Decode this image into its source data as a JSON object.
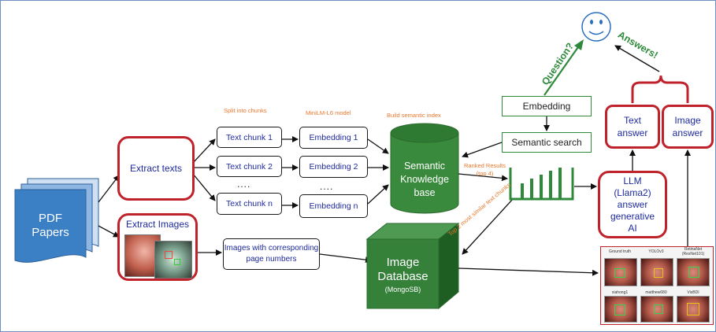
{
  "pdf": {
    "line1": "PDF",
    "line2": "Papers"
  },
  "extract_texts": "Extract texts",
  "extract_images": "Extract Images",
  "step_labels": {
    "split": "Split into chunks",
    "model": "MiniLM-L6 model",
    "index": "Build semantic index",
    "ranked1": "Ranked Results",
    "ranked2": "(top 4)",
    "top2": "Top 2 most similar text chunks"
  },
  "chunks": [
    "Text chunk 1",
    "Text chunk 2",
    "Text chunk n"
  ],
  "embeddings": [
    "Embedding 1",
    "Embedding 2",
    "Embedding n"
  ],
  "ellipsis": "....",
  "knowledge_base": {
    "line1": "Semantic",
    "line2": "Knowledge",
    "line3": "base"
  },
  "images_box": {
    "line1": "Images with corresponding",
    "line2": "page numbers"
  },
  "image_db": {
    "line1": "Image",
    "line2": "Database",
    "line3": "(MongoSB)"
  },
  "embedding_box": "Embedding",
  "semantic_search": "Semantic search",
  "question": "Question?",
  "answers": "Answers!",
  "text_answer": {
    "line1": "Text",
    "line2": "answer"
  },
  "image_answer": {
    "line1": "Image",
    "line2": "answer"
  },
  "llm": {
    "line1": "LLM",
    "line2": "(Llama2)",
    "line3": "answer",
    "line4": "generative",
    "line5": "AI"
  },
  "results_grid": {
    "top_labels": [
      "Ground truth",
      "YOLOv3",
      "RetinaNet",
      "(ResNet101)"
    ],
    "bottom_labels": [
      "xiahong1",
      "matthew680",
      "VisBDI"
    ]
  },
  "colors": {
    "red_border": "#c0222c",
    "green": "#2e8a3a",
    "blue": "#1e2a9c",
    "orange": "#e8782c",
    "pdf_blue": "#3b7fc4"
  },
  "icons": [
    "smiley-face-icon",
    "bar-chart-icon"
  ]
}
